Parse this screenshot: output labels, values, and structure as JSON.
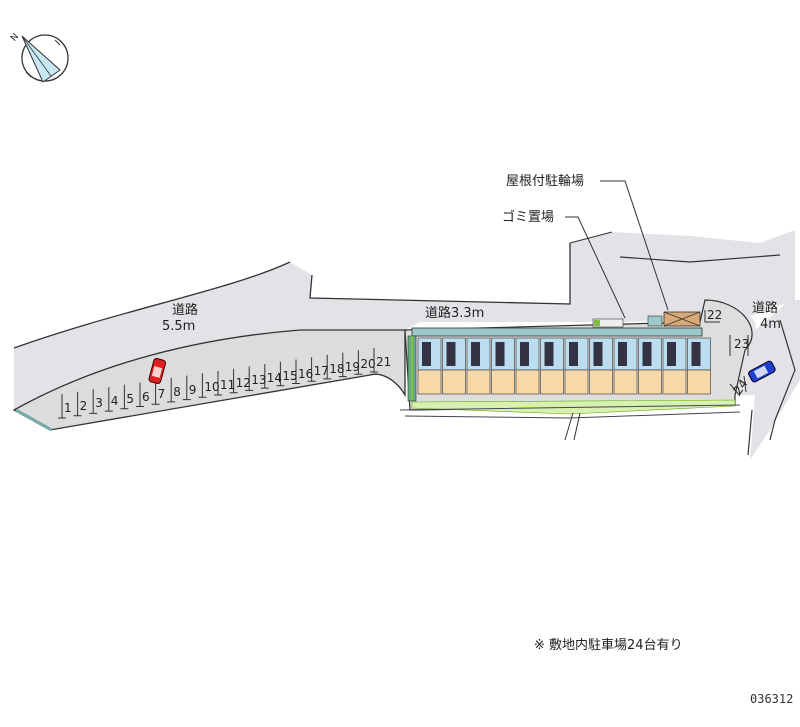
{
  "compass": {
    "icon": "north-arrow-compass-icon",
    "label": "N"
  },
  "callouts": {
    "bike_parking": "屋根付駐輪場",
    "garbage": "ゴミ置場"
  },
  "roads": [
    {
      "name": "道路",
      "width": "5.5m"
    },
    {
      "name": "道路3.3m"
    },
    {
      "name": "道路",
      "width": "4m"
    }
  ],
  "parking": {
    "left_row": [
      "1",
      "2",
      "3",
      "4",
      "5",
      "6",
      "7",
      "8",
      "9",
      "10",
      "11",
      "12",
      "13",
      "14",
      "15",
      "16",
      "17",
      "18",
      "19",
      "20",
      "21"
    ],
    "right": [
      "22",
      "23",
      "24"
    ],
    "cars": [
      {
        "space": "7",
        "color": "#e02020"
      },
      {
        "space": "24",
        "color": "#2040d0"
      }
    ]
  },
  "building": {
    "units": 12,
    "roof_color": "#bcdcf0",
    "floor_color": "#f8d8a8"
  },
  "note": "※ 敷地内駐車場24台有り",
  "code": "036312",
  "colors": {
    "road": "#e4e2e6",
    "lot": "#dcdcdc",
    "outline": "#333333",
    "green": "#7cc040"
  }
}
